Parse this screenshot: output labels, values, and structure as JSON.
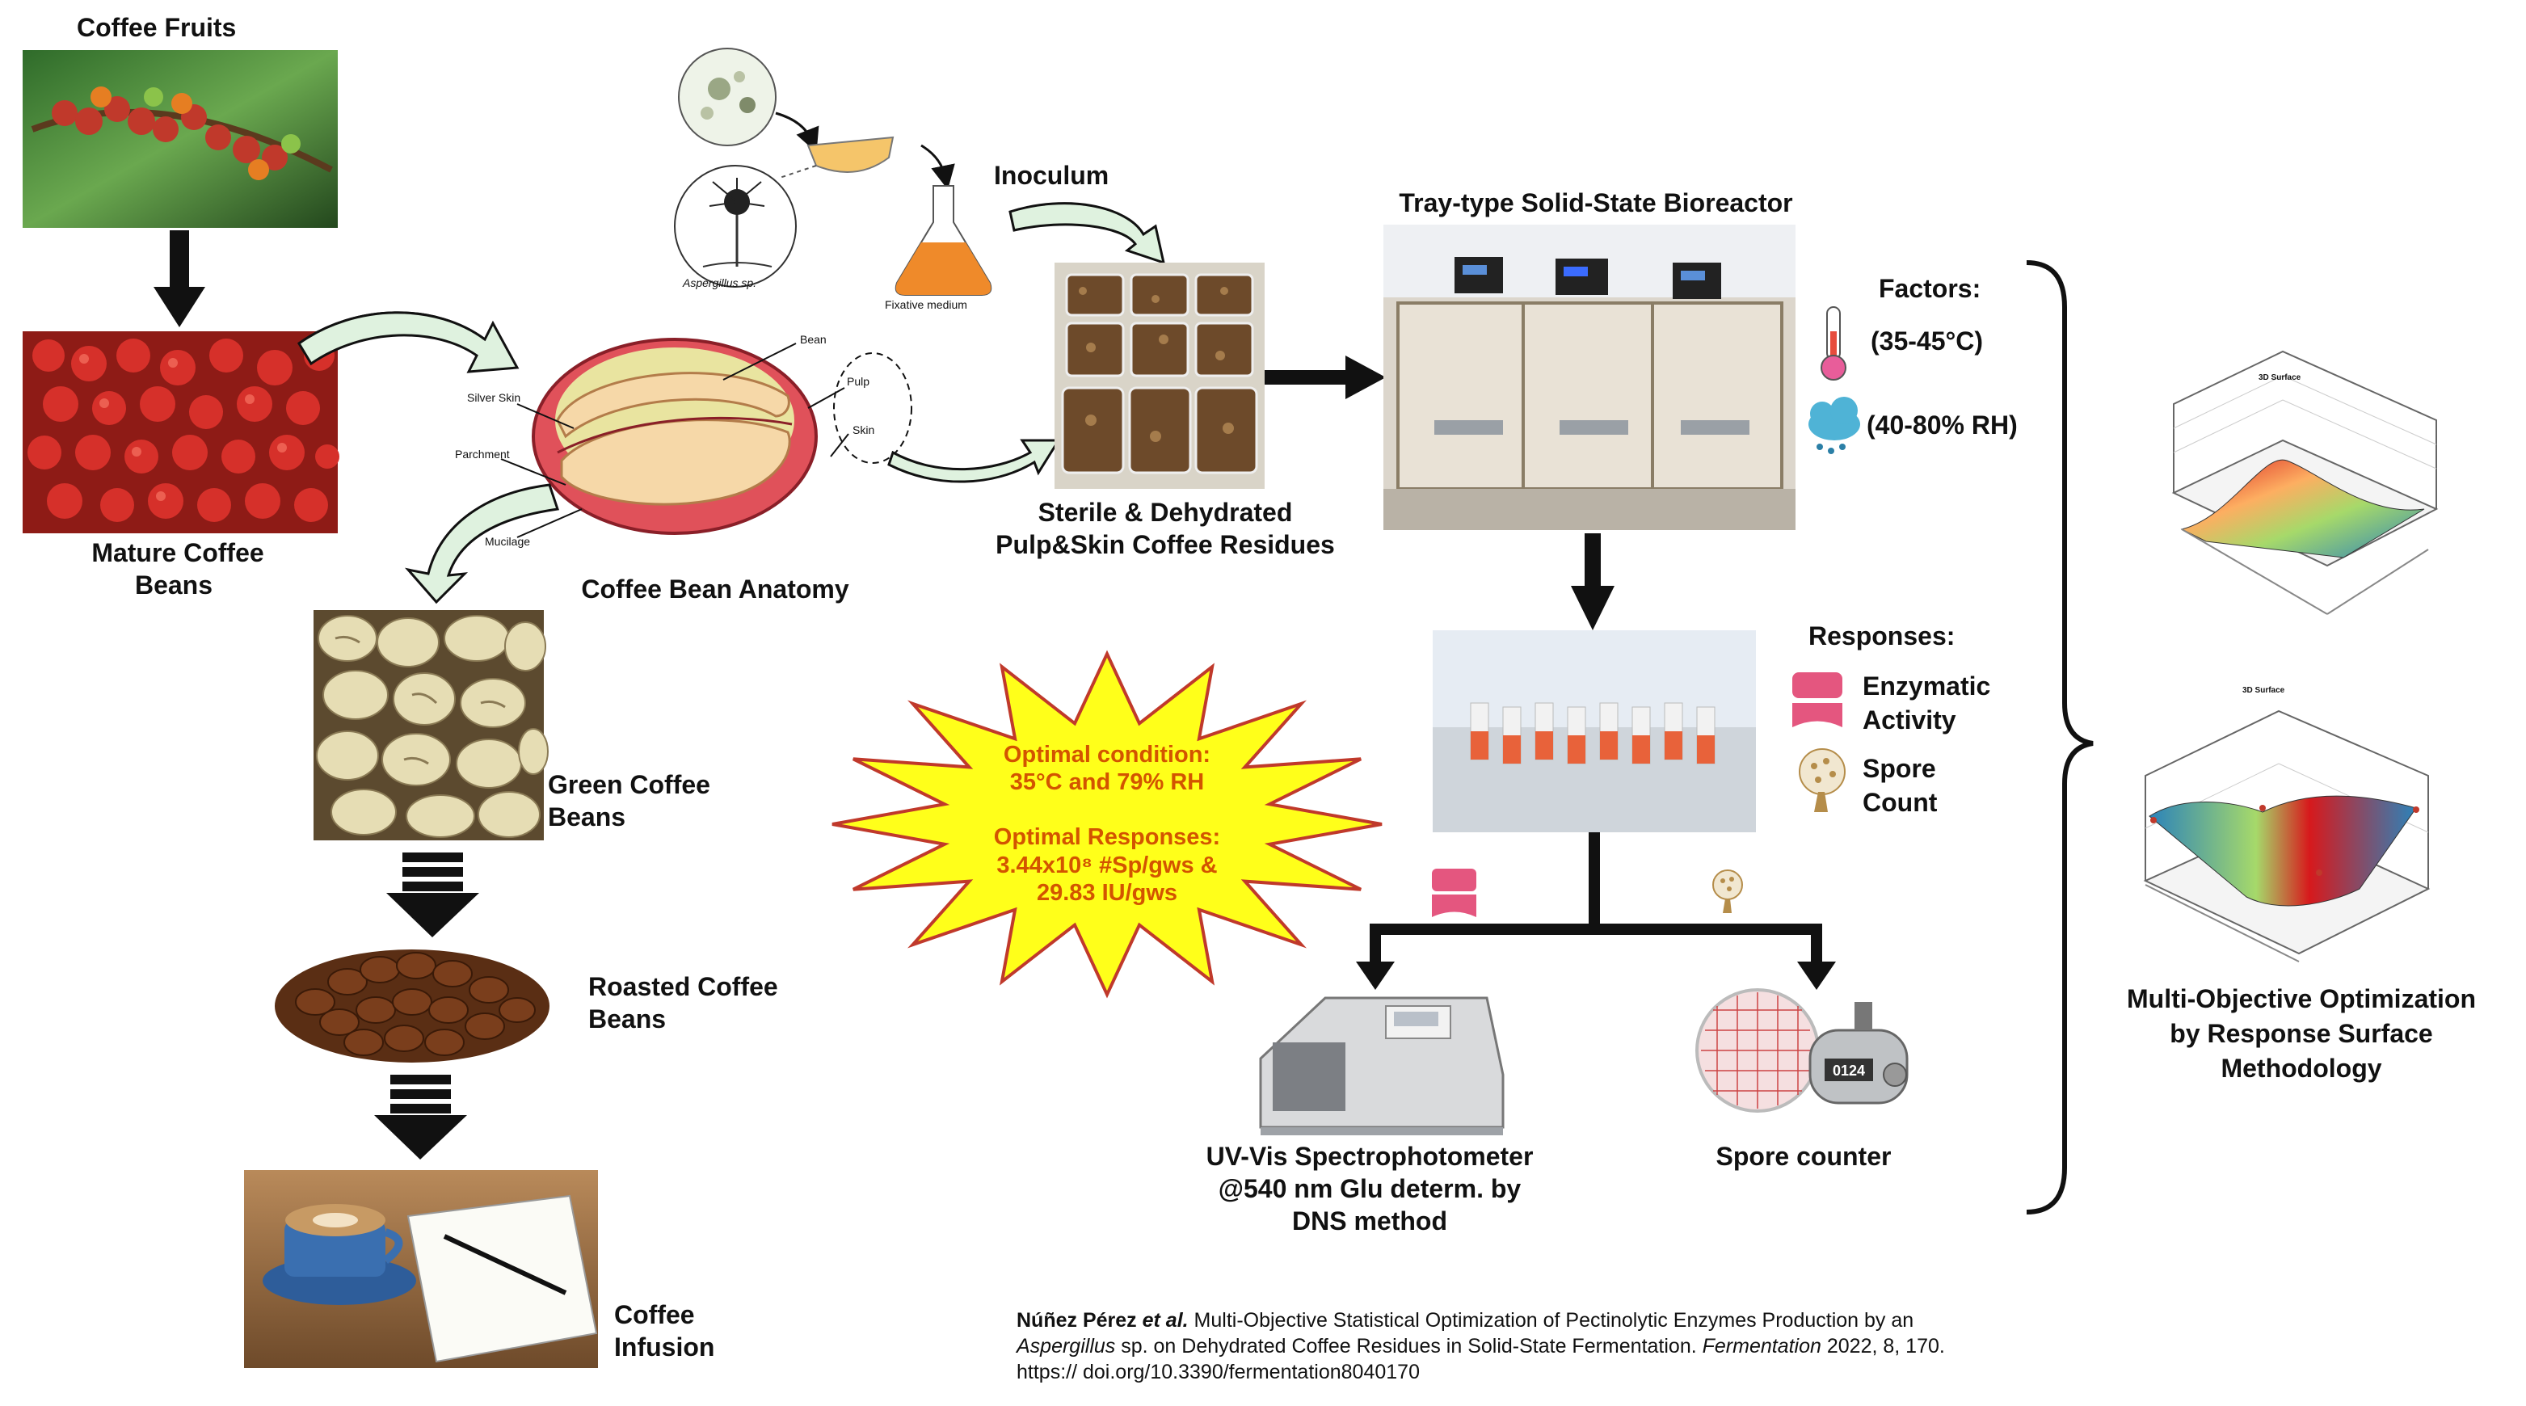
{
  "title": "",
  "labels": {
    "coffee_fruits": "Coffee Fruits",
    "mature_line1": "Mature Coffee",
    "mature_line2": "Beans",
    "anatomy": "Coffee Bean Anatomy",
    "green_line1": "Green Coffee",
    "green_line2": "Beans",
    "roasted_line1": "Roasted Coffee",
    "roasted_line2": "Beans",
    "infusion_line1": "Coffee",
    "infusion_line2": "Infusion",
    "inoculum": "Inoculum",
    "aspergillus": "Aspergillus sp.",
    "fixative": "Fixative medium",
    "residues_line1": "Sterile & Dehydrated",
    "residues_line2": "Pulp&Skin Coffee Residues",
    "bioreactor": "Tray-type Solid-State Bioreactor",
    "factors": "Factors:",
    "temp": "(35-45°C)",
    "rh": "(40-80% RH)",
    "responses": "Responses:",
    "enzymatic_line1": "Enzymatic",
    "enzymatic_line2": "Activity",
    "spore_line1": "Spore",
    "spore_line2": "Count",
    "uv_line1": "UV-Vis Spectrophotometer",
    "uv_line2": "@540 nm Glu determ. by",
    "uv_line3": "DNS method",
    "spore_counter": "Spore counter",
    "counter_display": "0124",
    "moo_line1": "Multi-Objective Optimization",
    "moo_line2": "by Response Surface",
    "moo_line3": "Methodology",
    "surface_title": "3D Surface"
  },
  "anatomy_parts": {
    "bean": "Bean",
    "silver_skin": "Silver Skin",
    "parchment": "Parchment",
    "mucilage": "Mucilage",
    "pulp": "Pulp",
    "skin": "Skin"
  },
  "starburst": {
    "line1": "Optimal condition:",
    "line2": "35°C and 79% RH",
    "line3": "Optimal Responses:",
    "line4": "3.44x10⁸ #Sp/gws &",
    "line5": "29.83 IU/gws"
  },
  "citation": {
    "authors": "Núñez Pérez",
    "etal": " et al.",
    "title_part": " Multi-Objective Statistical Optimization of Pectinolytic Enzymes Production by an",
    "genus": "Aspergillus",
    "title_part2": " sp. on Dehydrated Coffee Residues in Solid-State Fermentation. ",
    "journal": "Fermentation",
    "volume": " 2022, 8, 170.",
    "doi": "https:// doi.org/10.3390/fermentation8040170"
  },
  "colors": {
    "arrow_green": "#dff2df",
    "starburst_fill": "#ffff1a",
    "starburst_stroke": "#c0392b",
    "starburst_text": "#d35400",
    "pulp_red": "#e0515a",
    "bean_cream": "#f6d8a8"
  }
}
